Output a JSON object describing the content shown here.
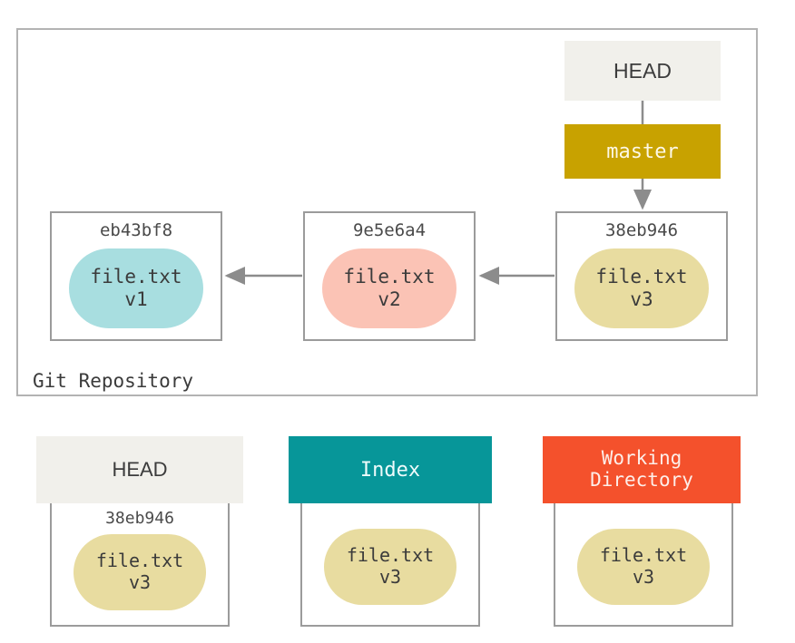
{
  "diagram": {
    "title": "Git Repository",
    "repository_label": "Git Repository",
    "head_pointer": "HEAD",
    "branch": "master",
    "commits": [
      {
        "hash": "eb43bf8",
        "file": "file.txt",
        "version": "v1",
        "color": "#a8dee0"
      },
      {
        "hash": "9e5e6a4",
        "file": "file.txt",
        "version": "v2",
        "color": "#fbc3b5"
      },
      {
        "hash": "38eb946",
        "file": "file.txt",
        "version": "v3",
        "color": "#e8dca0"
      }
    ],
    "areas": [
      {
        "title": "HEAD",
        "hash": "38eb946",
        "file": "file.txt",
        "version": "v3",
        "header_color": "#f1f0eb",
        "header_text_color": "#3c3c3c"
      },
      {
        "title": "Index",
        "hash": "",
        "file": "file.txt",
        "version": "v3",
        "header_color": "#079699",
        "header_text_color": "#eefbfb"
      },
      {
        "title_line1": "Working",
        "title_line2": "Directory",
        "hash": "",
        "file": "file.txt",
        "version": "v3",
        "header_color": "#f4512c",
        "header_text_color": "#fdeee9"
      }
    ],
    "colors": {
      "branch_fill": "#c8a200",
      "branch_text": "#fdf8e6",
      "box_border": "#9b9b9b",
      "outer_border": "#b3b3b3",
      "arrow": "#8c8c8c",
      "blob_cyan": "#a8dee0",
      "blob_pink": "#fbc3b5",
      "blob_tan": "#e8dca0",
      "teal": "#079699",
      "orange_red": "#f4512c",
      "head_gray": "#f1f0eb",
      "text": "#3b3b3b",
      "background": "#ffffff"
    }
  }
}
